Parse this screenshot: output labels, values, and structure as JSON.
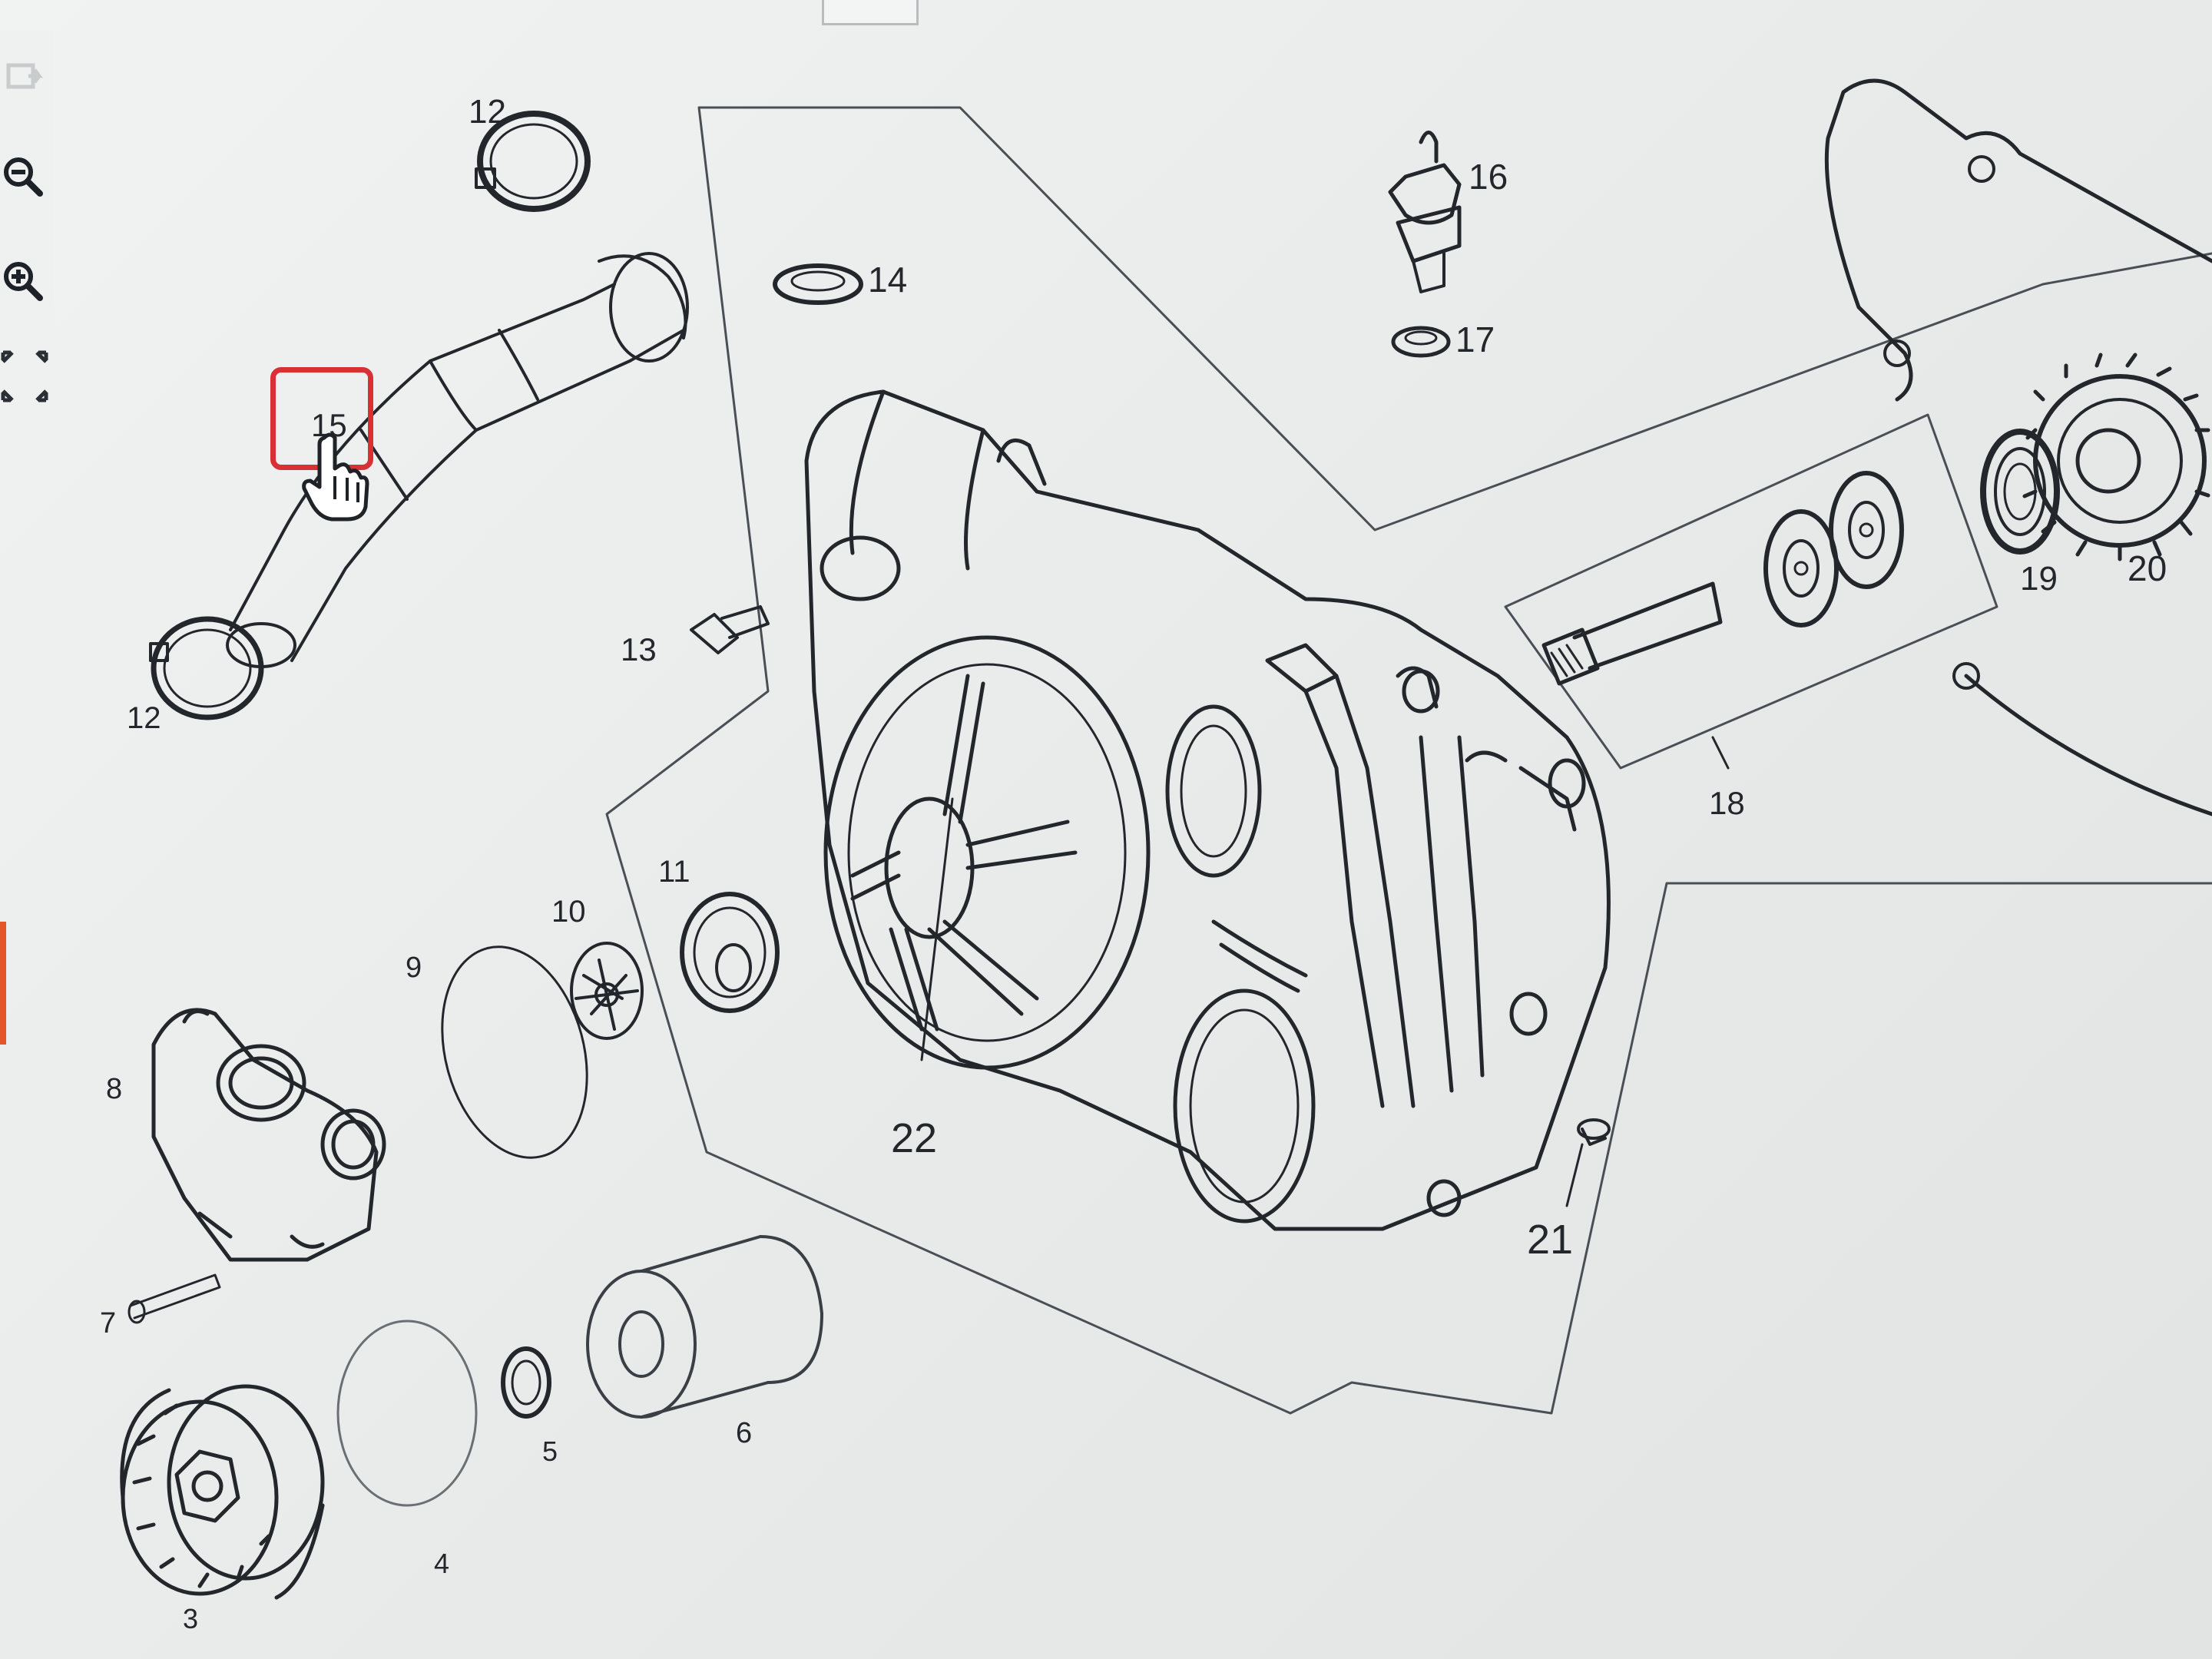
{
  "toolbar": {
    "tools": [
      {
        "name": "reset-icon"
      },
      {
        "name": "zoom-out-icon"
      },
      {
        "name": "zoom-in-icon"
      },
      {
        "name": "fullscreen-icon"
      }
    ]
  },
  "colors": {
    "highlight": "#d93036",
    "accent_strip": "#e2562a",
    "line": "#23272c"
  },
  "diagram": {
    "highlighted_part": "15",
    "labels": {
      "p3": "3",
      "p4": "4",
      "p5": "5",
      "p6": "6",
      "p7": "7",
      "p8": "8",
      "p9": "9",
      "p10": "10",
      "p11": "11",
      "p12a": "12",
      "p12b": "12",
      "p13": "13",
      "p14": "14",
      "p15": "15",
      "p16": "16",
      "p17": "17",
      "p18": "18",
      "p19": "19",
      "p20": "20",
      "p21": "21",
      "p22": "22"
    }
  }
}
